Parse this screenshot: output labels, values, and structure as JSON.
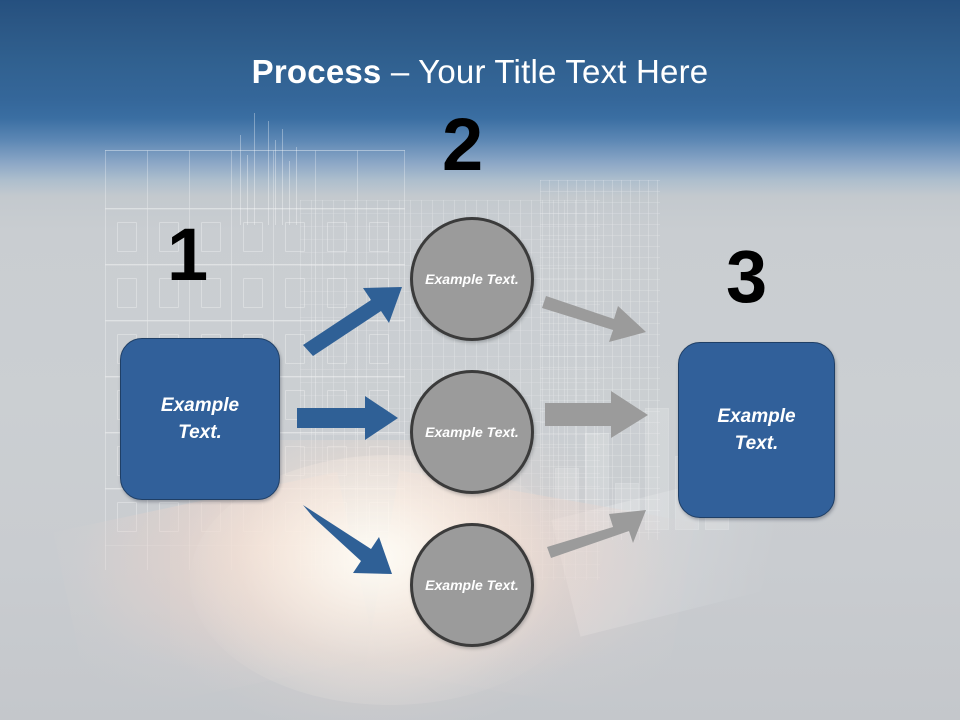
{
  "slide": {
    "title_bold": "Process",
    "title_rest": " – Your Title Text Here",
    "background_top_color": "#25507f",
    "background_bottom_color": "#c7cacd"
  },
  "palette": {
    "blue": "#31609a",
    "blue_border": "#1f3f66",
    "gray": "#9b9b9b",
    "gray_border": "#3b3b3b",
    "arrow_blue": "#2f6096",
    "arrow_gray": "#9b9b9b",
    "number_color": "#000000",
    "title_color": "#ffffff"
  },
  "steps": [
    {
      "number": "1",
      "shape": "rounded-rectangle",
      "label_line1": "Example",
      "label_line2": "Text."
    },
    {
      "number": "2",
      "shape": "circle",
      "label_line1": "Example",
      "label_line2": "Text."
    },
    {
      "number": "3",
      "shape": "rounded-rectangle",
      "label_line1": "Example",
      "label_line2": "Text."
    }
  ],
  "stage1": {
    "box": {
      "line1": "Example",
      "line2": "Text."
    }
  },
  "stage2": {
    "circles": [
      {
        "line1": "Example",
        "line2": "Text."
      },
      {
        "line1": "Example",
        "line2": "Text."
      },
      {
        "line1": "Example",
        "line2": "Text."
      }
    ]
  },
  "stage3": {
    "box": {
      "line1": "Example",
      "line2": "Text."
    }
  },
  "connectors": {
    "blue": [
      {
        "name": "arrow-box-to-circle-top",
        "direction": "up-right"
      },
      {
        "name": "arrow-box-to-circle-mid",
        "direction": "right"
      },
      {
        "name": "arrow-box-to-circle-bottom",
        "direction": "down-right"
      }
    ],
    "gray": [
      {
        "name": "arrow-circle-top-to-box",
        "direction": "down-right"
      },
      {
        "name": "arrow-circle-mid-to-box",
        "direction": "right"
      },
      {
        "name": "arrow-circle-bottom-to-box",
        "direction": "up-right"
      }
    ]
  }
}
